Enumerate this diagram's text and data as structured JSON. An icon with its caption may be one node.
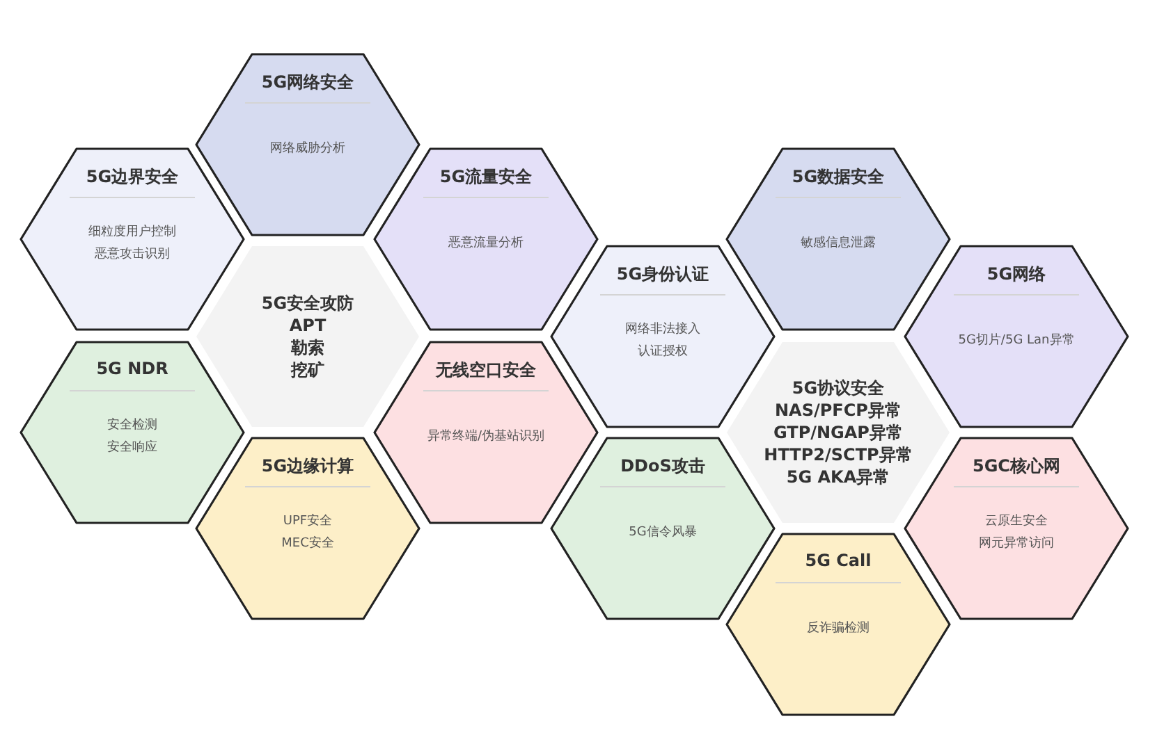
{
  "diagram": {
    "nodes": [
      {
        "text": [
          "5G网络安全",
          "网络威胁分析"
        ]
      },
      {
        "text": [
          "5G边界安全",
          "细粒度用户控制",
          "恶意攻击识别"
        ]
      },
      {
        "text": [
          "5G流量安全",
          "恶意流量分析"
        ]
      },
      {
        "text": [
          "5G安全攻防",
          "APT",
          "勒索",
          "挖矿"
        ]
      },
      {
        "text": [
          "5G NDR",
          "安全检测",
          "安全响应"
        ]
      },
      {
        "text": [
          "无线空口安全",
          "异常终端/伪基站识别"
        ]
      },
      {
        "text": [
          "5G边缘计算",
          "UPF安全",
          "MEC安全"
        ]
      },
      {
        "text": [
          "5G数据安全",
          "敏感信息泄露"
        ]
      },
      {
        "text": [
          "5G身份认证",
          "网络非法接入",
          "认证授权"
        ]
      },
      {
        "text": [
          "5G网络",
          "5G切片/5G Lan异常"
        ]
      },
      {
        "text": [
          "5G协议安全",
          "NAS/PFCP异常",
          "GTP/NGAP异常",
          "HTTP2/SCTP异常",
          "5G AKA异常"
        ]
      },
      {
        "text": [
          "DDoS攻击",
          "5G信令风暴"
        ]
      },
      {
        "text": [
          "5GC核心网",
          "云原生安全",
          "网元异常访问"
        ]
      },
      {
        "text": [
          "5G Call",
          "反诈骗检测"
        ]
      }
    ]
  }
}
